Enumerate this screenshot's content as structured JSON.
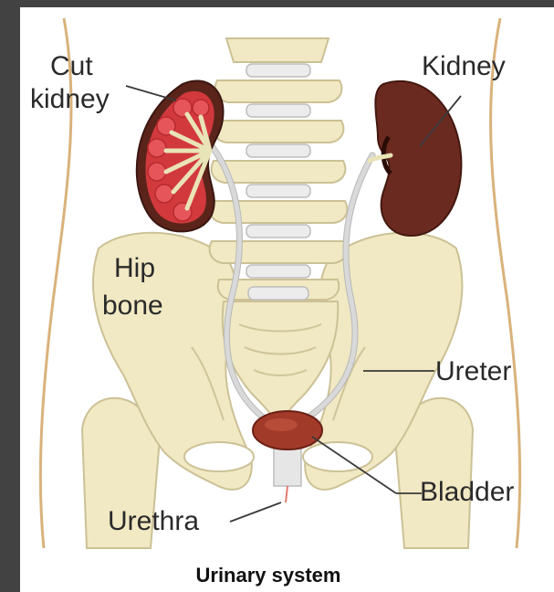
{
  "labels": {
    "cut_kidney_line1": "Cut",
    "cut_kidney_line2": "kidney",
    "kidney": "Kidney",
    "hip_bone_line1": "Hip",
    "hip_bone_line2": "bone",
    "ureter": "Ureter",
    "bladder": "Bladder",
    "urethra": "Urethra"
  },
  "caption": "Urinary system",
  "colors": {
    "background": "#424242",
    "bone": "#f1e9c3",
    "kidney": "#6b2a20",
    "cut_kidney_tissue": "#d2393d",
    "bladder": "#a23a2a"
  }
}
